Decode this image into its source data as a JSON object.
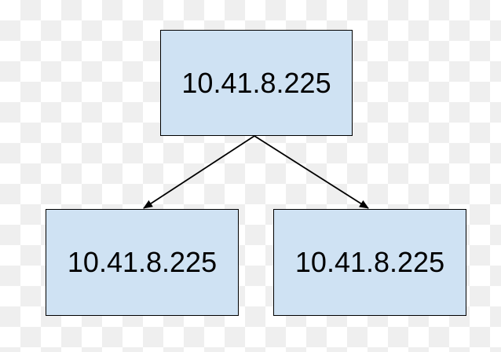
{
  "diagram": {
    "node_fill": "#cfe2f3",
    "edge_color": "#000000",
    "nodes": [
      {
        "id": "root",
        "label": "10.41.8.225"
      },
      {
        "id": "left",
        "label": "10.41.8.225"
      },
      {
        "id": "right",
        "label": "10.41.8.225"
      }
    ],
    "edges": [
      {
        "from": "root",
        "to": "left"
      },
      {
        "from": "root",
        "to": "right"
      }
    ]
  }
}
